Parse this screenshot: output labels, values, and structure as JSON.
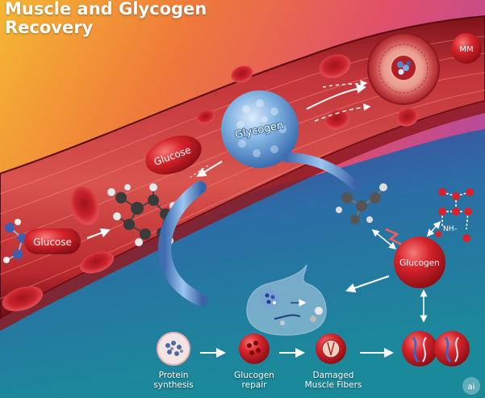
{
  "title_line1": "Muscle and Glycogen",
  "title_line2": "Recovery",
  "labels": {
    "mm": "MM",
    "glycogen": "Glycogen",
    "glucose_top": "Glucose",
    "glucose_left": "Glucose",
    "glucogen": "Glucogen",
    "nh": "NH–"
  },
  "steps": {
    "protein_l1": "Protein",
    "protein_l2": "synthesis",
    "glucogen_l1": "Glucogen",
    "glucogen_l2": "repair",
    "damaged_l1": "Damaged",
    "damaged_l2": "Muscle Fibers"
  },
  "watermark": "ai",
  "colors": {
    "vessel": "#b52a2e",
    "blood_cell": "#c8202a",
    "glycogen_ball": "#6ea4d8",
    "bg_bottom": "#1f6f96"
  }
}
